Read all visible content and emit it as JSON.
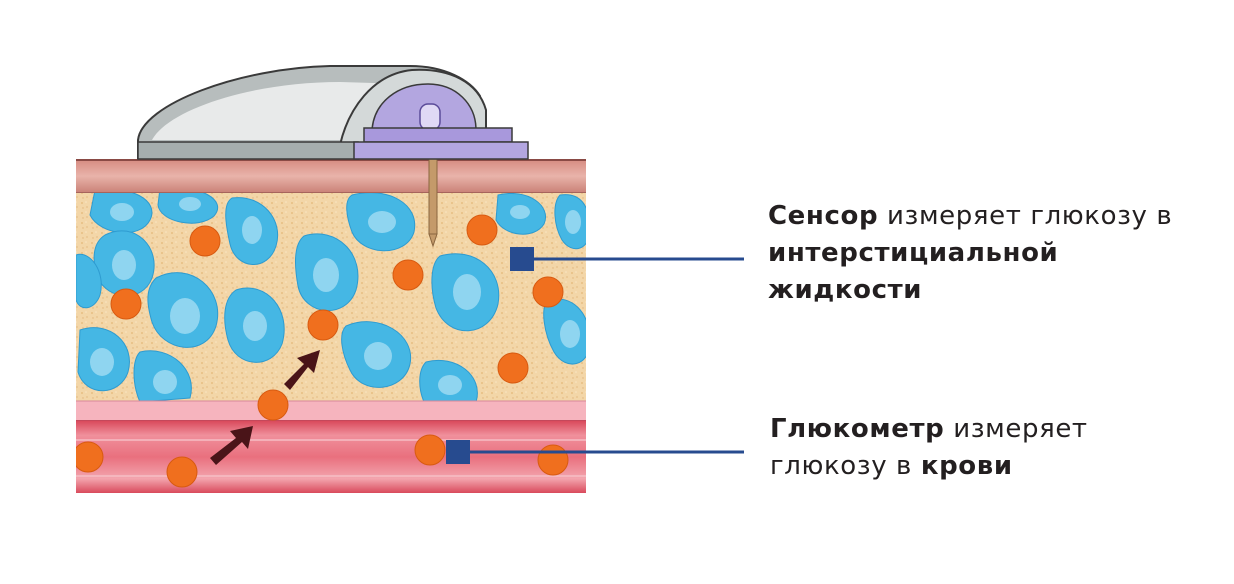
{
  "captions": {
    "sensor": {
      "bold_lead": "Сенсор",
      "text": " измеряет глюкозу в",
      "bold_line2": "интерстициальной",
      "bold_line3": "жидкости"
    },
    "meter": {
      "bold_lead": "Глюкометр",
      "text": " измеряет",
      "line2_text": "глюкозу в ",
      "bold_tail": "крови"
    }
  },
  "colors": {
    "skin_top": "#e4a39a",
    "tissue": "#f3d6a8",
    "cell": "#45b7e4",
    "cell_nucleus": "#8fd5f0",
    "glucose": "#f06f1e",
    "vessel_wall": "#f6b4be",
    "blood": "#e8606f",
    "arrow": "#4a1418",
    "pointer_line": "#274b8f",
    "sensor_body": "#b7bdbd",
    "sensor_head": "#b3a6e0"
  },
  "icons": {
    "sensor": "cgm-sensor-icon",
    "arrows": "diffusion-arrow-icon"
  }
}
